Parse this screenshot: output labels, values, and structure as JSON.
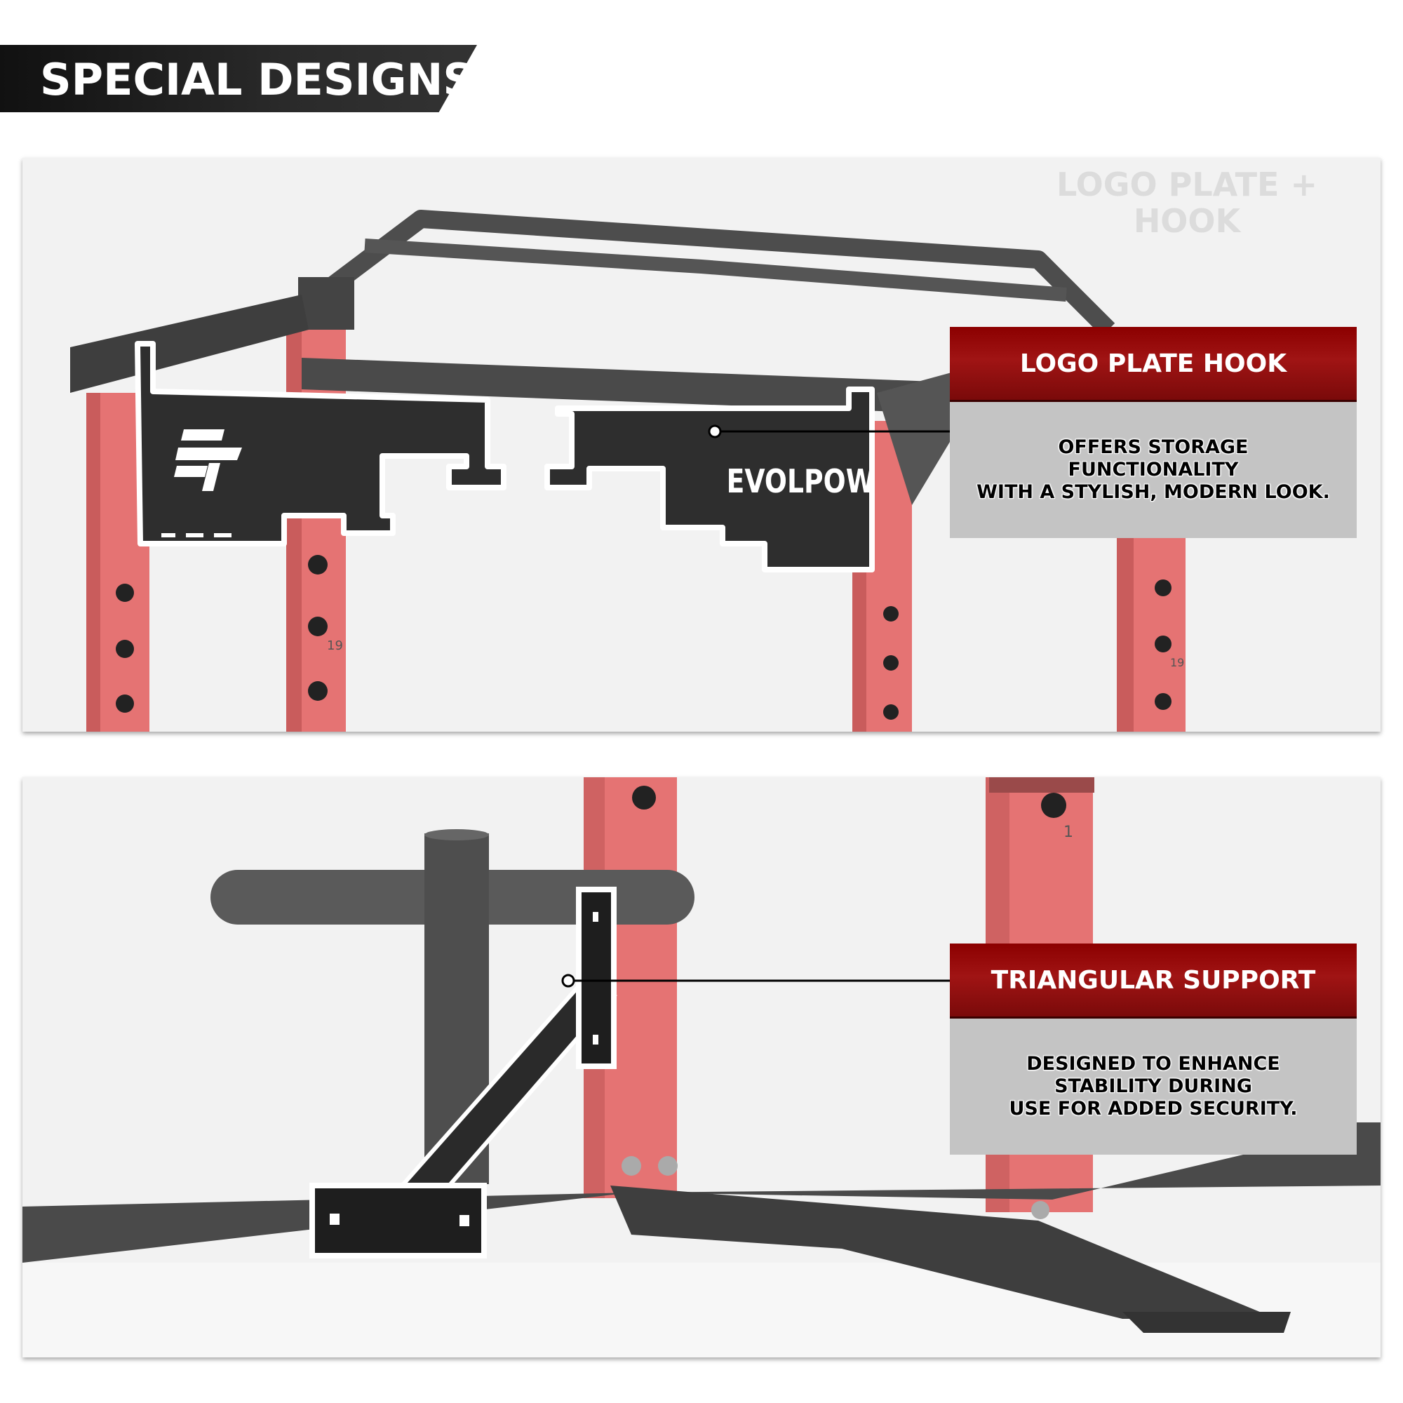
{
  "header": {
    "title": "SPECIAL DESIGNS"
  },
  "colors": {
    "accent_red": "#961010",
    "rack_red": "#e57373",
    "steel": "#4a4a4a",
    "callout_body": "#c4c4c4"
  },
  "panels": [
    {
      "watermark": "LOGO PLATE + HOOK",
      "callout": {
        "title": "LOGO PLATE HOOK",
        "lines": [
          "OFFERS STORAGE",
          "FUNCTIONALITY",
          "WITH A STYLISH, MODERN LOOK."
        ]
      },
      "plate_brand": "EVOLPOW",
      "hole_numbers": [
        "19",
        "19"
      ]
    },
    {
      "callout": {
        "title": "TRIANGULAR SUPPORT",
        "lines": [
          "DESIGNED TO ENHANCE",
          "STABILITY DURING",
          "USE FOR ADDED SECURITY."
        ]
      },
      "hole_numbers": [
        "1"
      ]
    }
  ]
}
